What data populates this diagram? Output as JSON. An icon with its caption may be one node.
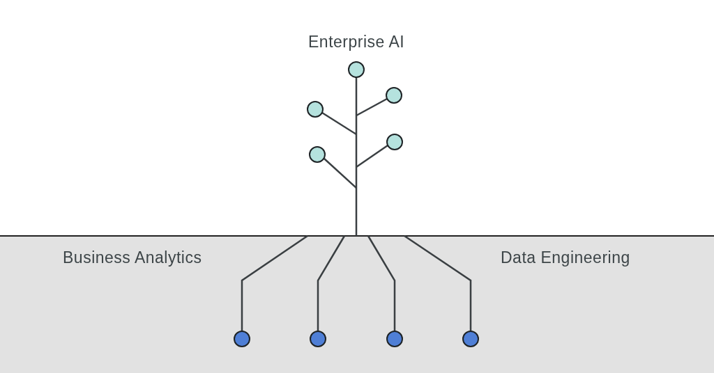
{
  "diagram": {
    "labels": [
      "Enterprise AI",
      "Business Analytics",
      "Data Engineering"
    ]
  }
}
